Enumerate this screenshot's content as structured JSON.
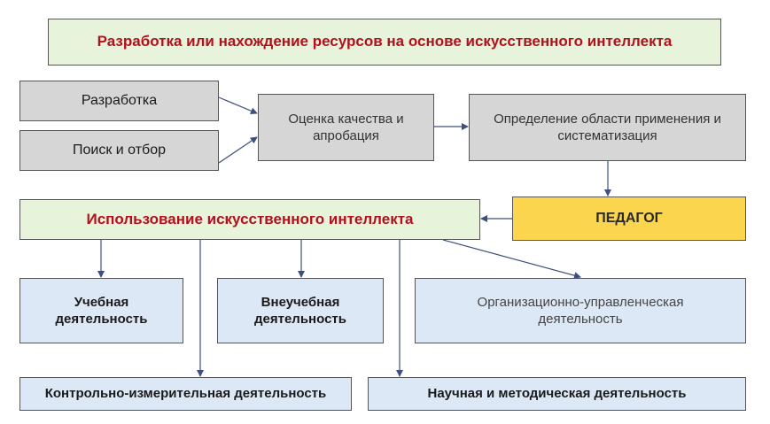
{
  "title": "Разработка или нахождение ресурсов на основе искусственного интеллекта",
  "development": "Разработка",
  "search_selection": "Поиск и отбор",
  "quality_assessment": [
    "Оценка качества и",
    "апробация"
  ],
  "application_area": [
    "Определение области применения и",
    "систематизация"
  ],
  "ai_usage": "Использование искусственного интеллекта",
  "teacher": "ПЕДАГОГ",
  "educational_activity": [
    "Учебная",
    "деятельность"
  ],
  "extracurricular_activity": [
    "Внеучебная",
    "деятельность"
  ],
  "organizational_activity": [
    "Организационно-управленческая",
    "деятельность"
  ],
  "control_activity": "Контрольно-измерительная деятельность",
  "scientific_activity": "Научная и методическая деятельность",
  "colors": {
    "title_text": "#b3101c",
    "green_fill": "#e8f3dc",
    "gray_fill": "#d6d6d6",
    "blue_fill": "#dde8f6",
    "yellow_fill": "#fbd54e",
    "arrow": "#3d4f7c"
  }
}
